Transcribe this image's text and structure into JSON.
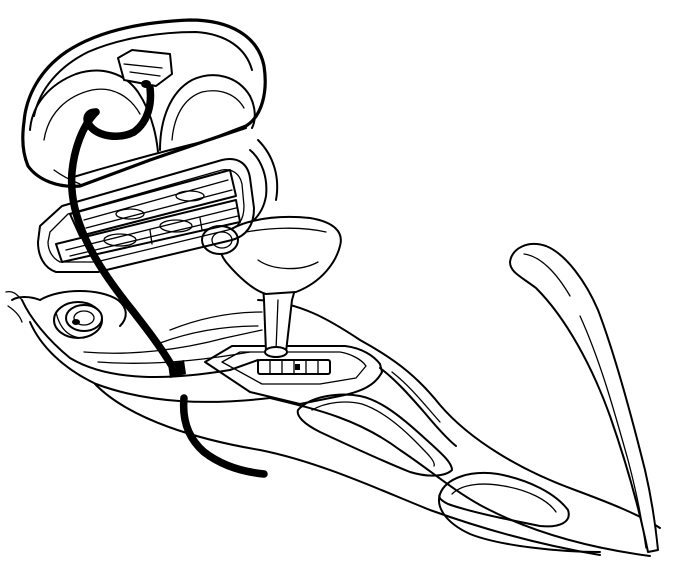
{
  "figure": {
    "background": "#ffffff",
    "line_color": "#000000",
    "parts": [
      "instrument-cluster",
      "wiring-harness",
      "center-air-vents",
      "cigarette-lighter",
      "shift-lever",
      "shift-knob",
      "shift-indicator-plate",
      "center-console",
      "console-storage-tray",
      "cup-holder",
      "parking-brake-handle"
    ]
  }
}
